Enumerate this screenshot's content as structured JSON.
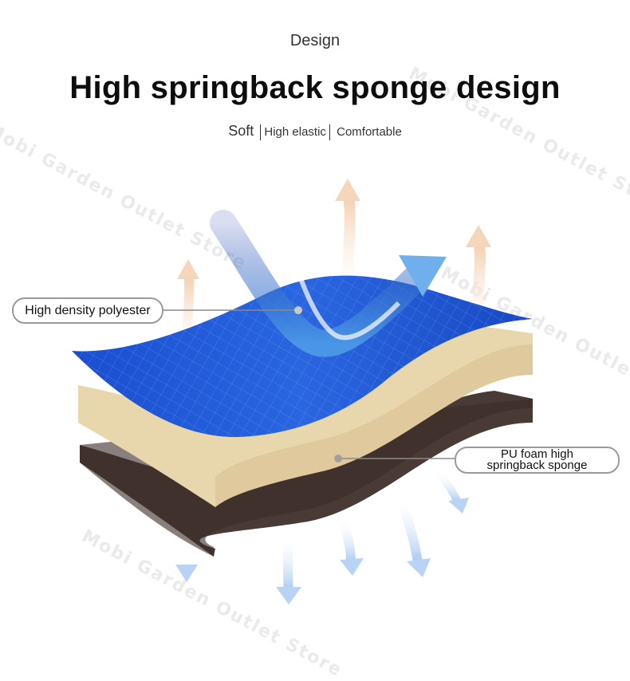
{
  "header": {
    "kicker": "Design",
    "headline": "High springback sponge design",
    "features": [
      "Soft",
      "High elastic",
      "Comfortable"
    ]
  },
  "callouts": {
    "top_layer": "High density polyester",
    "middle_layer_line1": "PU foam high",
    "middle_layer_line2": "springback sponge"
  },
  "watermark": "Mobi Garden Outlet Store",
  "colors": {
    "top_layer": "#1a55d6",
    "middle_layer": "#e8d6ad",
    "bottom_layer": "#4a3a35",
    "arrow_cool": "#6fa6e6",
    "arrow_warm": "#f3c9a6"
  },
  "icons": [
    "air-flow-down-arrow-icon",
    "heat-up-arrow-icon",
    "bounce-arrow-icon"
  ]
}
